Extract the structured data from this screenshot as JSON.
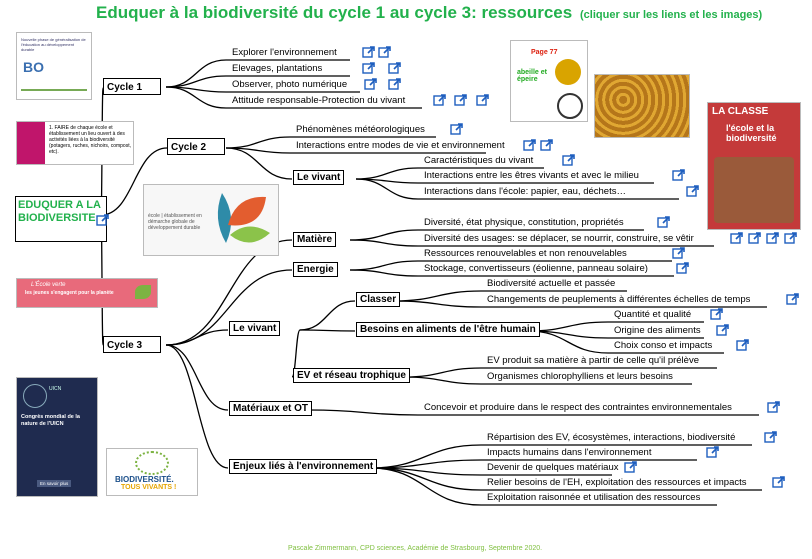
{
  "header": {
    "title": "Eduquer à la biodiversité du cycle 1 au cycle 3: ressources",
    "subtitle": "(cliquer sur les liens et les images)"
  },
  "footer": "Pascale Zimmermann, CPD sciences, Académie de Strasbourg, Septembre 2020.",
  "colors": {
    "accent_green": "#22b14c",
    "link_blue": "#1f5fbf",
    "leaf_green": "#7cb342",
    "leaf_orange": "#e35d2f"
  },
  "root": {
    "label_line1": "EDUQUER A LA",
    "label_line2": "BIODIVERSITE"
  },
  "cycle1": {
    "label": "Cycle 1",
    "items": [
      "Explorer l'environnement",
      "Elevages, plantations",
      "Observer, photo numérique",
      "Attitude responsable-Protection du vivant"
    ]
  },
  "cycle2": {
    "label": "Cycle 2",
    "items": [
      "Phénomènes météorologiques",
      "Interactions entre modes de vie et environnement"
    ],
    "vivant": {
      "label": "Le vivant",
      "items": [
        "Caractéristiques du vivant",
        "Interactions entre les êtres vivants et avec le milieu",
        "Interactions dans l'école: papier, eau, déchets…"
      ]
    }
  },
  "cycle3": {
    "label": "Cycle 3",
    "matiere": {
      "label": "Matière",
      "items": [
        "Diversité, état physique, constitution, propriétés",
        "Diversité des usages: se déplacer, se nourrir, construire, se vêtir"
      ]
    },
    "energie": {
      "label": "Energie",
      "items": [
        "Ressources renouvelables et non renouvelables",
        "Stockage, convertisseurs (éolienne, panneau solaire)"
      ]
    },
    "vivant": {
      "label": "Le vivant",
      "classer": {
        "label": "Classer",
        "items": [
          "Biodiversité actuelle et passée",
          "Changements de peuplements à différentes échelles de temps"
        ]
      },
      "besoins": {
        "label": "Besoins en aliments de l'être humain",
        "items": [
          "Quantité et qualité",
          "Origine des aliments",
          "Choix conso et impacts"
        ]
      },
      "ev": {
        "label": "EV et réseau trophique",
        "items": [
          "EV produit sa matière à partir de celle qu'il prélève",
          "Organismes chlorophylliens et leurs besoins"
        ]
      }
    },
    "materiaux": {
      "label": "Matériaux et OT",
      "items": [
        "Concevoir et produire dans le respect des contraintes environnementales"
      ]
    },
    "enjeux": {
      "label": "Enjeux liés à l'environnement",
      "items": [
        "Répartision des EV, écosystèmes, interactions, biodiversité",
        "Impacts humains dans l'environnement",
        "Devenir de quelques matériaux",
        "Relier besoins de l'EH, exploitation des ressources et impacts",
        "Exploitation raisonnée et utilisation des ressources"
      ]
    }
  },
  "images": {
    "bo": {
      "text1": "BO",
      "text2": "Nouvelle phase de généralisation de l'éducation au développement durable"
    },
    "faire": {
      "text": "1. FAIRE de chaque école et établissement un lieu ouvert à des activités liées à la biodiversité (potagers, ruches, nichoirs, compost, etc)."
    },
    "abeille": {
      "page": "Page 77",
      "title": "abeille et épeire"
    },
    "classe": {
      "text1": "LA CLASSE",
      "text2": "l'école et la biodiversité"
    },
    "e3d": {
      "text": "école | établissement en démarche globale de développement durable"
    },
    "ecole_verte": {
      "text1": "L'École verte",
      "text2": "les jeunes s'engagent pour la planète"
    },
    "uicn": {
      "text1": "UICN",
      "text2": "Congrès mondial de la nature de l'UICN",
      "text3": "En savoir plus"
    },
    "biodiv_vivants": {
      "text1": "BIODIVERSITÉ.",
      "text2": "TOUS VIVANTS !"
    }
  },
  "icons": {
    "link": "external-link-icon"
  }
}
